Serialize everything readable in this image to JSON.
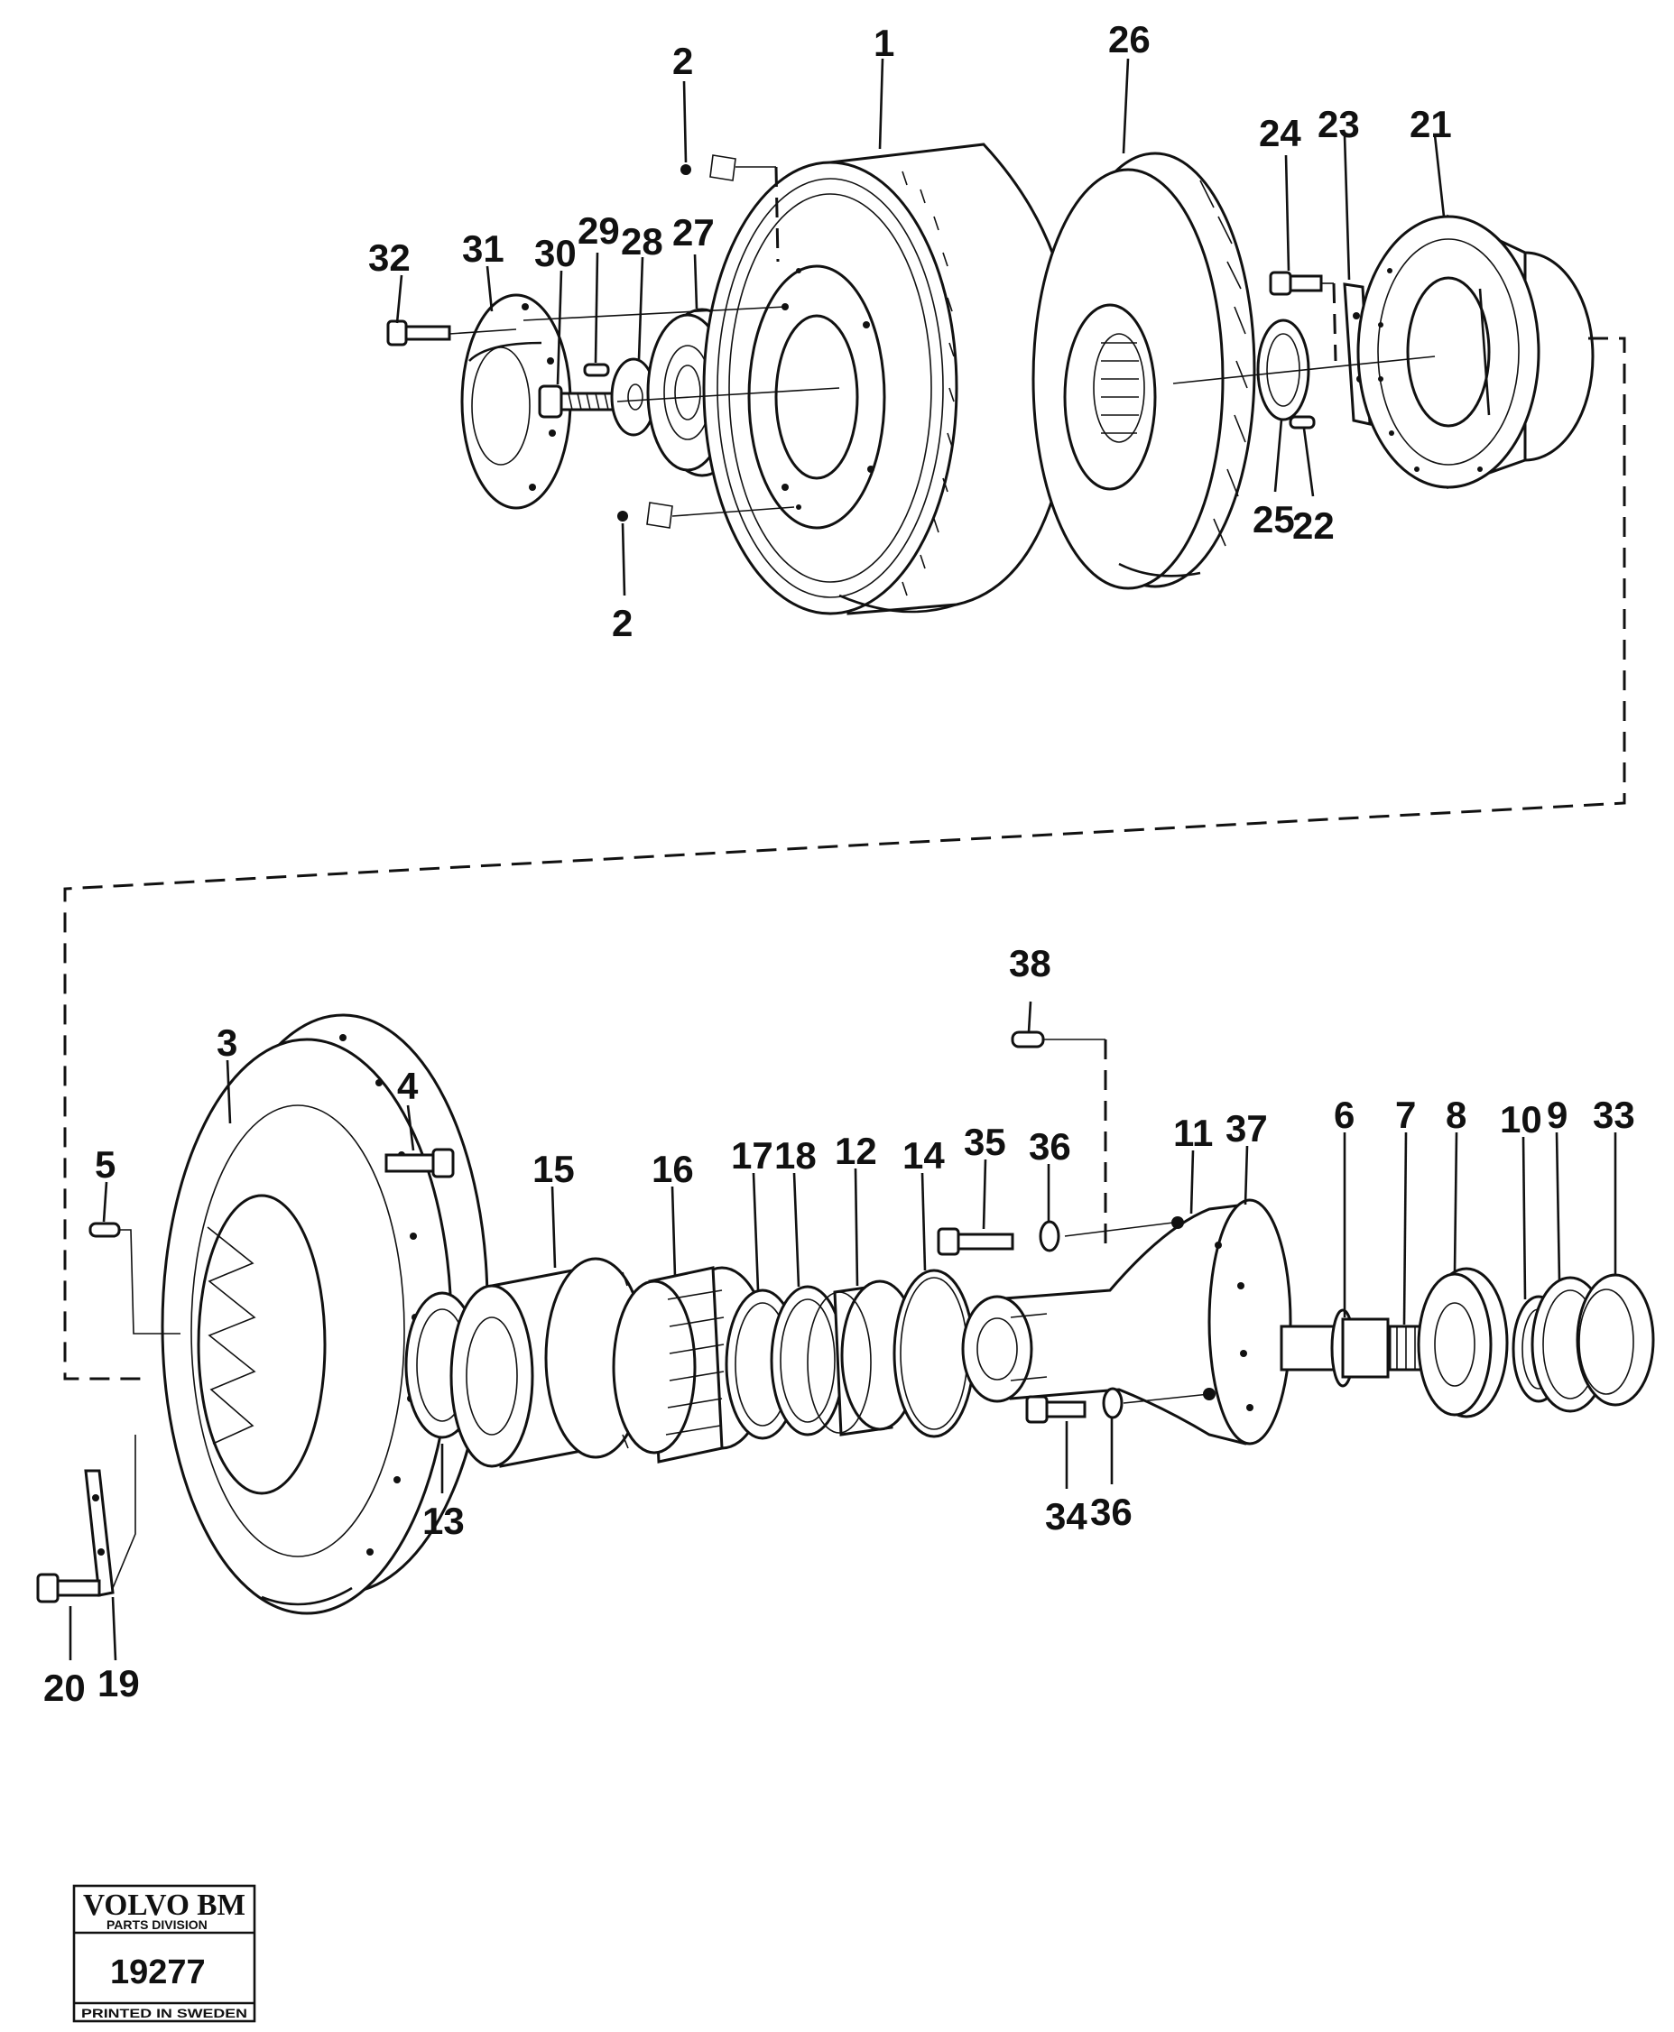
{
  "callouts": [
    {
      "id": "1",
      "text": "1"
    },
    {
      "id": "26",
      "text": "26"
    },
    {
      "id": "2a",
      "text": "2"
    },
    {
      "id": "2b",
      "text": "2"
    },
    {
      "id": "24",
      "text": "24"
    },
    {
      "id": "23",
      "text": "23"
    },
    {
      "id": "21",
      "text": "21"
    },
    {
      "id": "32",
      "text": "32"
    },
    {
      "id": "31",
      "text": "31"
    },
    {
      "id": "30",
      "text": "30"
    },
    {
      "id": "29",
      "text": "29"
    },
    {
      "id": "28",
      "text": "28"
    },
    {
      "id": "27",
      "text": "27"
    },
    {
      "id": "25",
      "text": "25"
    },
    {
      "id": "22",
      "text": "22"
    },
    {
      "id": "38",
      "text": "38"
    },
    {
      "id": "3",
      "text": "3"
    },
    {
      "id": "4",
      "text": "4"
    },
    {
      "id": "5",
      "text": "5"
    },
    {
      "id": "15",
      "text": "15"
    },
    {
      "id": "16",
      "text": "16"
    },
    {
      "id": "17",
      "text": "17"
    },
    {
      "id": "18",
      "text": "18"
    },
    {
      "id": "12",
      "text": "12"
    },
    {
      "id": "14",
      "text": "14"
    },
    {
      "id": "35",
      "text": "35"
    },
    {
      "id": "36a",
      "text": "36"
    },
    {
      "id": "11",
      "text": "11"
    },
    {
      "id": "37",
      "text": "37"
    },
    {
      "id": "6",
      "text": "6"
    },
    {
      "id": "7",
      "text": "7"
    },
    {
      "id": "8",
      "text": "8"
    },
    {
      "id": "10",
      "text": "10"
    },
    {
      "id": "9",
      "text": "9"
    },
    {
      "id": "33",
      "text": "33"
    },
    {
      "id": "13",
      "text": "13"
    },
    {
      "id": "34",
      "text": "34"
    },
    {
      "id": "36b",
      "text": "36"
    },
    {
      "id": "20",
      "text": "20"
    },
    {
      "id": "19",
      "text": "19"
    }
  ],
  "stamp": {
    "brand": "VOLVO BM",
    "division": "PARTS DIVISION",
    "number": "19277",
    "printed": "PRINTED IN SWEDEN"
  }
}
